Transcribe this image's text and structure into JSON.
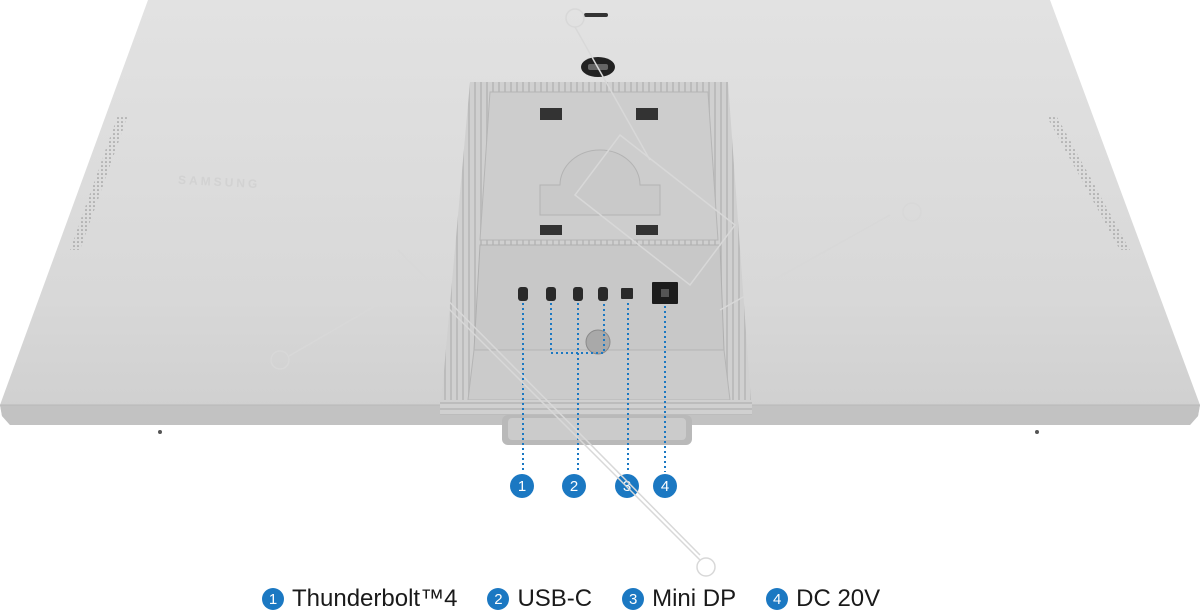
{
  "product": {
    "brand": "SAMSUNG"
  },
  "callouts": [
    {
      "number": "1"
    },
    {
      "number": "2"
    },
    {
      "number": "3"
    },
    {
      "number": "4"
    }
  ],
  "legend": [
    {
      "number": "1",
      "label": "Thunderbolt™4"
    },
    {
      "number": "2",
      "label": "USB-C"
    },
    {
      "number": "3",
      "label": "Mini DP"
    },
    {
      "number": "4",
      "label": "DC 20V"
    }
  ],
  "colors": {
    "accent": "#1b78c2",
    "body": "#d9d9d9",
    "background": "#ffffff"
  }
}
